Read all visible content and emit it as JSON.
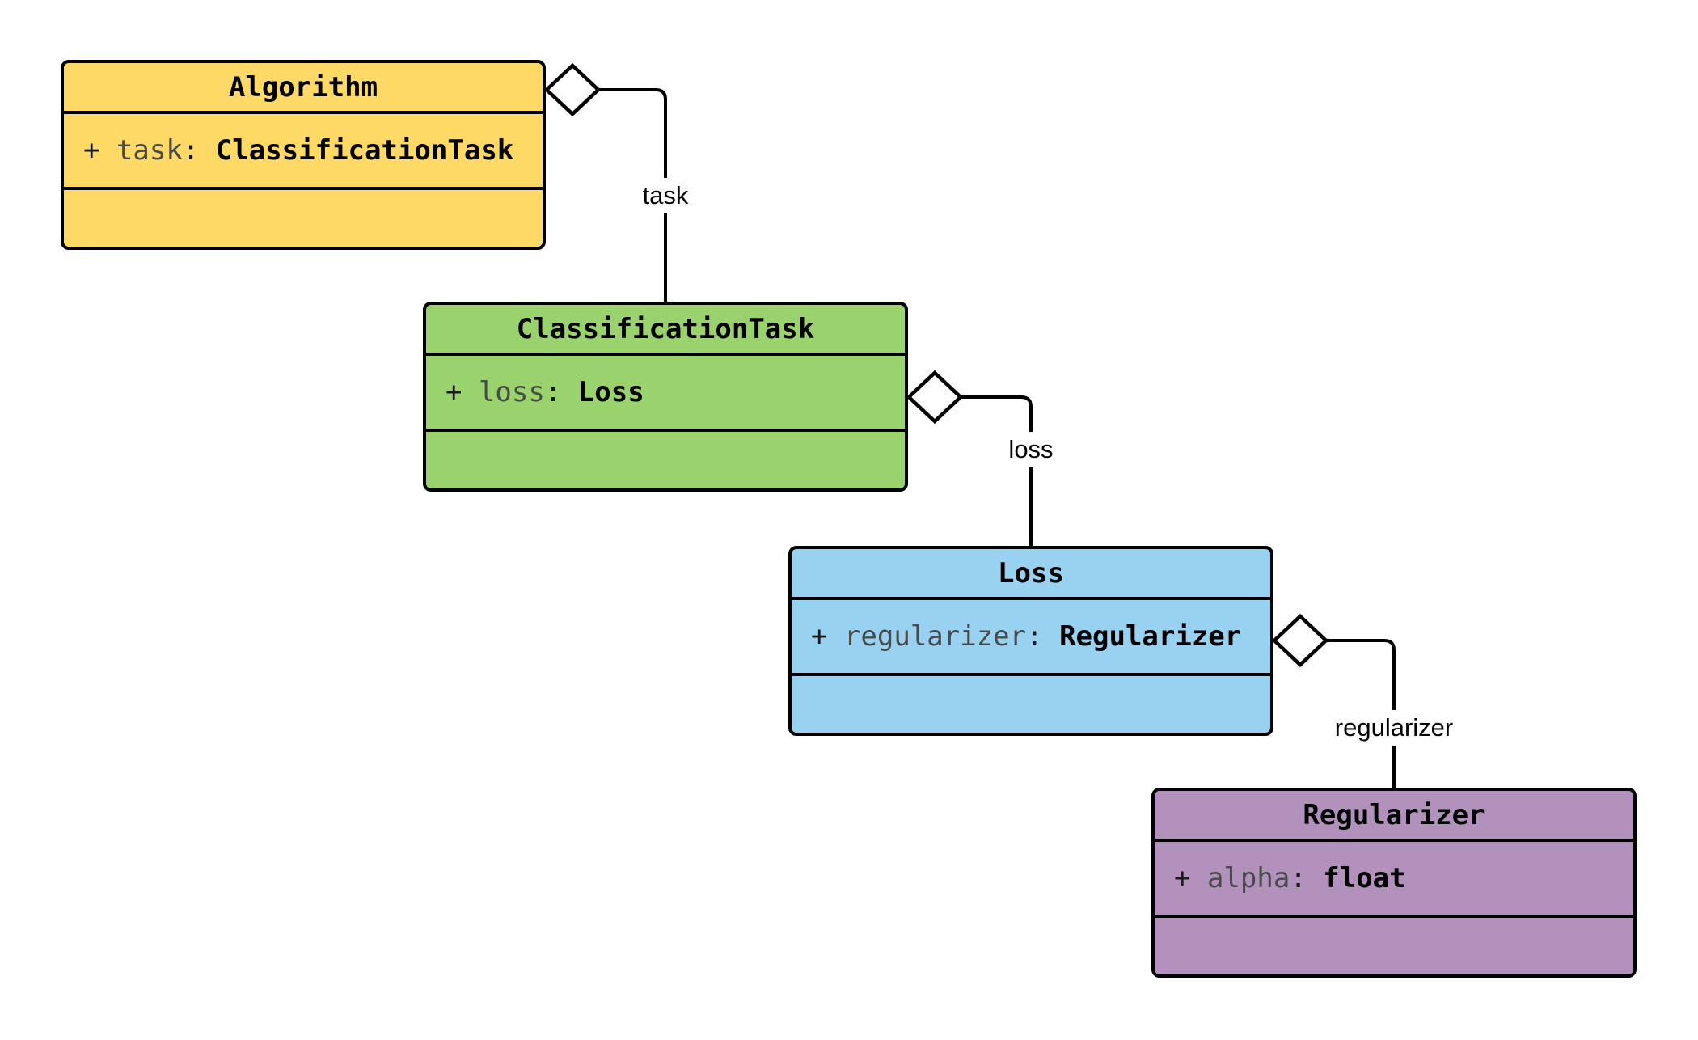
{
  "diagram_type": "uml-class-diagram",
  "colors": {
    "background": "#FFFFFF",
    "border": "#000000",
    "edge": "#000000",
    "diamond_fill": "#FFFFFF",
    "attribute_name_text": "#4A4A4A",
    "algorithm_fill": "#FFD966",
    "classificationtask_fill": "#9AD36E",
    "loss_fill": "#99D1F1",
    "regularizer_fill": "#B292BD"
  },
  "classes": [
    {
      "title": "Algorithm",
      "fill": "#FFD966",
      "attr": {
        "visibility": "+ ",
        "name": "task",
        "separator": ": ",
        "type": "ClassificationTask"
      }
    },
    {
      "title": "ClassificationTask",
      "fill": "#9AD36E",
      "attr": {
        "visibility": "+ ",
        "name": "loss",
        "separator": ": ",
        "type": "Loss"
      }
    },
    {
      "title": "Loss",
      "fill": "#99D1F1",
      "attr": {
        "visibility": "+ ",
        "name": "regularizer",
        "separator": ": ",
        "type": "Regularizer"
      }
    },
    {
      "title": "Regularizer",
      "fill": "#B292BD",
      "attr": {
        "visibility": "+ ",
        "name": "alpha",
        "separator": ": ",
        "type": "float"
      }
    }
  ],
  "edges": [
    {
      "label": "task",
      "from": "Algorithm",
      "to": "ClassificationTask",
      "marker": "hollow-diamond-aggregation"
    },
    {
      "label": "loss",
      "from": "ClassificationTask",
      "to": "Loss",
      "marker": "hollow-diamond-aggregation"
    },
    {
      "label": "regularizer",
      "from": "Loss",
      "to": "Regularizer",
      "marker": "hollow-diamond-aggregation"
    }
  ]
}
